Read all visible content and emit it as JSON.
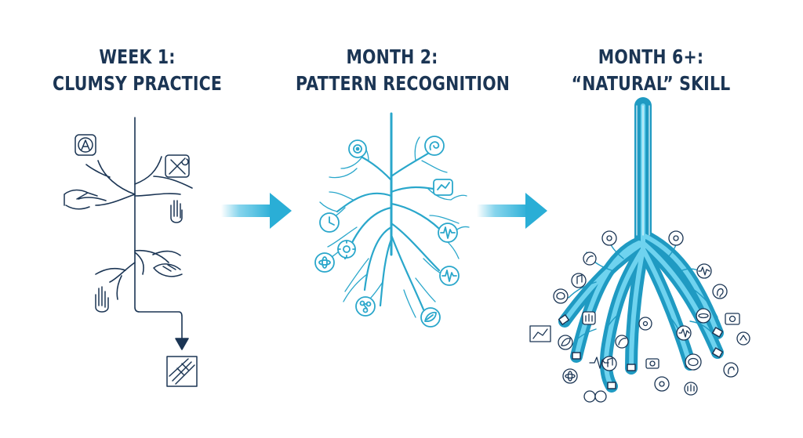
{
  "stages": [
    {
      "line1": "WEEK 1:",
      "line2": "CLUMSY PRACTICE"
    },
    {
      "line1": "MONTH 2:",
      "line2": "PATTERN RECOGNITION"
    },
    {
      "line1": "MONTH 6+:",
      "line2": "“NATURAL” SKILL"
    }
  ],
  "colors": {
    "navy": "#1b3554",
    "teal": "#1fa3c4",
    "cyan": "#35b8e0",
    "light_cyan": "#bdeaf8"
  },
  "icons": {
    "stage1": [
      "letter-a-icon",
      "tools-icon",
      "hand-icon",
      "hand-icon",
      "hand-icon",
      "hand-icon",
      "circuit-board-icon"
    ],
    "stage2": [
      "target-icon",
      "swirl-icon",
      "chart-icon",
      "clock-icon",
      "waveform-icon",
      "atom-icon",
      "gear-icon",
      "waveform-icon",
      "molecule-icon",
      "leaf-icon"
    ],
    "stage3": [
      "gear-icon",
      "chart-icon",
      "waveform-icon",
      "music-icon",
      "ear-icon",
      "hand-icon",
      "leaf-icon",
      "atom-icon",
      "camera-icon",
      "brain-icon"
    ]
  }
}
